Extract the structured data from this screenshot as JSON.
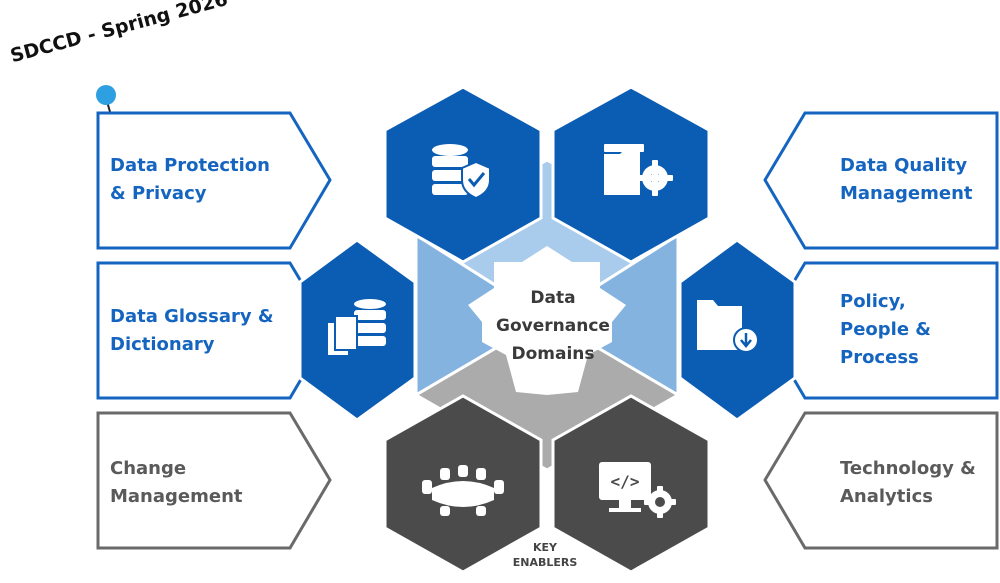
{
  "stamp_text": "SDCCD - Spring 2026",
  "center": {
    "line1": "Data",
    "line2": "Governance",
    "line3": "Domains"
  },
  "key_enablers": {
    "line1": "KEY",
    "line2": "ENABLERS"
  },
  "domains": {
    "protection": {
      "line1": "Data Protection",
      "line2": "& Privacy",
      "icon": "database-shield-icon"
    },
    "quality": {
      "line1": "Data Quality",
      "line2": "Management",
      "icon": "folder-gear-icon"
    },
    "glossary": {
      "line1": "Data Glossary &",
      "line2": "Dictionary",
      "icon": "database-documents-icon"
    },
    "policy": {
      "line1": "Policy,",
      "line2": "People &",
      "line3": "Process",
      "icon": "folder-download-icon"
    },
    "change": {
      "line1": "Change",
      "line2": "Management",
      "icon": "conference-table-icon"
    },
    "technology": {
      "line1": "Technology &",
      "line2": "Analytics",
      "icon": "monitor-code-gear-icon"
    }
  },
  "colors": {
    "blue": "#0b5cb3",
    "light_blue": "#85b3e0",
    "mid_blue": "#a9cbec",
    "dark_gray": "#4b4b4b",
    "light_gray": "#a8a8a8",
    "pin": "#2e9fe0"
  }
}
